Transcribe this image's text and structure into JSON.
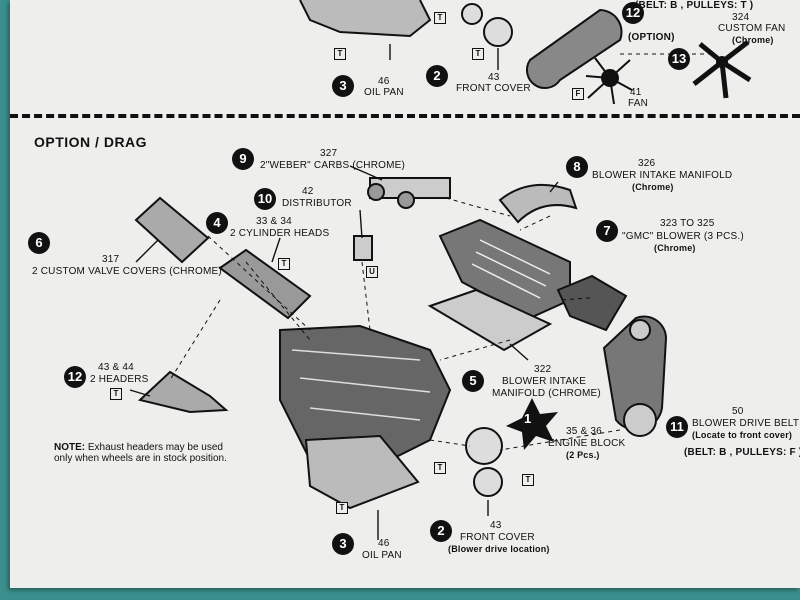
{
  "section_title": "OPTION / DRAG",
  "note_title": "NOTE:",
  "note_body": "Exhaust headers may be used only when wheels are in stock position.",
  "top": {
    "belt_line": "(Belt: B , Pulleys: T )",
    "custom_fan_num": "324",
    "custom_fan_name": "CUSTOM FAN",
    "custom_fan_finish": "(Chrome)",
    "option_label": "(OPTION)",
    "step13": "13",
    "step12": "12",
    "fan_num": "41",
    "fan_name": "FAN",
    "oil_pan_num": "46",
    "oil_pan_name": "OIL PAN",
    "step3": "3",
    "front_cover_num": "43",
    "front_cover_name": "FRONT COVER",
    "step2": "2",
    "box_T": "T",
    "box_F": "F"
  },
  "parts": {
    "carbs_num": "327",
    "carbs_name": "2\"WEBER\" CARBS (Chrome)",
    "step9": "9",
    "distributor_num": "42",
    "distributor_name": "DISTRIBUTOR",
    "step10": "10",
    "heads_num": "33 & 34",
    "heads_name": "2 CYLINDER HEADS",
    "step4": "4",
    "valve_num": "317",
    "valve_name": "2 CUSTOM VALVE COVERS (Chrome)",
    "step6": "6",
    "bim_num": "326",
    "bim_name": "BLOWER INTAKE MANIFOLD",
    "bim_finish": "(Chrome)",
    "step8": "8",
    "gmc_num": "323 to 325",
    "gmc_name": "\"GMC\" BLOWER (3 Pcs.)",
    "gmc_finish": "(Chrome)",
    "step7": "7",
    "headers_num": "43 & 44",
    "headers_name": "2 HEADERS",
    "step12": "12",
    "step5": "5",
    "manifold_num": "322",
    "manifold_name": "BLOWER INTAKE",
    "manifold_name2": "MANIFOLD (Chrome)",
    "step1": "1",
    "block_num": "35 & 36",
    "block_name": "ENGINE BLOCK",
    "block_pcs": "(2 Pcs.)",
    "belt_num": "50",
    "belt_name": "BLOWER DRIVE BELT",
    "belt_sub": "(Locate to front cover)",
    "belt_line": "(Belt: B , Pulleys: F )",
    "step11": "11",
    "fc_num": "43",
    "fc_name": "FRONT COVER",
    "fc_sub": "(Blower drive location)",
    "step2": "2",
    "oil_num": "46",
    "oil_name": "OIL PAN",
    "step3": "3",
    "box_T": "T",
    "box_U": "U"
  }
}
